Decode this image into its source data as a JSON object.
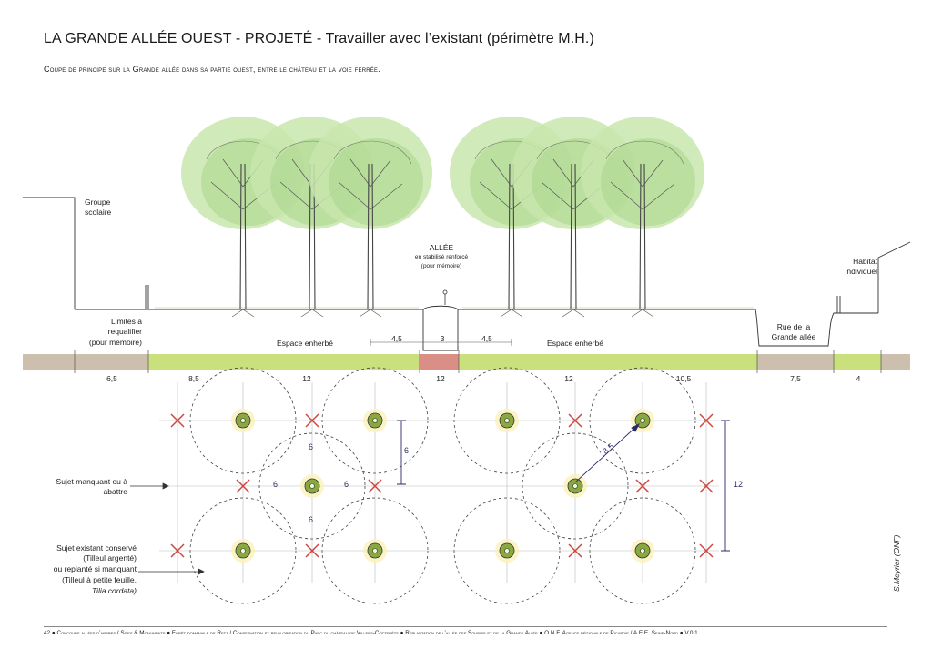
{
  "header": {
    "title": "LA GRANDE ALLÉE OUEST - PROJETÉ -  Travailler avec l’existant (périmètre M.H.)",
    "subtitle": "Coupe de principe sur la Grande allée dans sa partie ouest, entre le château et la voie ferrée."
  },
  "section": {
    "groupe_scolaire": "Groupe scolaire",
    "limites": "Limites à requalifier",
    "limites_note": "(pour mémoire)",
    "espace_1": "Espace enherbé",
    "espace_2": "Espace enherbé",
    "allee_title": "ALLÉE",
    "allee_line2": "en stabilisé renforcé",
    "allee_note": "(pour mémoire)",
    "rue": "Rue de la Grande allée",
    "habitat": "Habitat individuel",
    "sub_dims": [
      "4,5",
      "3",
      "4,5"
    ],
    "band_dims": [
      "6,5",
      "8,5",
      "12",
      "12",
      "12",
      "10,5",
      "7,5",
      "4"
    ]
  },
  "plan": {
    "legend_missing": "Sujet manquant ou à abattre",
    "legend_existing_1": "Sujet existant conservé",
    "legend_existing_2": "(Tilleul argenté)",
    "legend_existing_3": "ou replanté si manquant",
    "legend_existing_4": "(Tilleul à petite feuille,",
    "legend_existing_5": "Tilia cordata)",
    "dims": {
      "d6_a": "6",
      "d6_b": "6",
      "d6_c": "6",
      "d6_d": "6",
      "d6_e": "6",
      "d85": "8,5",
      "d12": "12"
    }
  },
  "footer": "42 ● Concours allées d’arbres / Sites & Monuments ● Forêt domaniale de Retz / Conservation et revalorisation du Parc du château de Villers-Cotterêts ● Replantation de l’allée des Soupirs et de la Grande Allée ● O.N.F. Agence régionale de Picardie / A.E.E. Seine-Nord ● V.0.1",
  "credit": "S.Meyrier (ONF)",
  "colors": {
    "grass": "#c9e07c",
    "path": "#d98f86",
    "neutral": "#cdbfae",
    "foliage": "#a9d58a",
    "foliage_light": "#c8e6ad",
    "missing_cross": "#d0453d",
    "trunk_ring": "#8aa840",
    "dim_line": "#2a2a6a"
  },
  "icons": [
    "tree-canopy-icon",
    "red-cross-icon",
    "tree-dot-icon",
    "circle-guide-icon"
  ]
}
